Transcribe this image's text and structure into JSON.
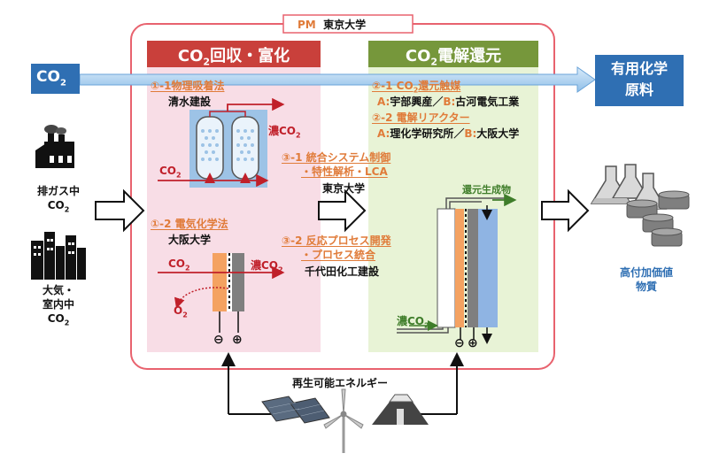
{
  "pm": {
    "label": "PM",
    "org": "東京大学"
  },
  "inputs": {
    "co2_box": "CO",
    "co2_box_sub": "2",
    "exhaust_line1": "排ガス中",
    "exhaust_line2": "CO",
    "exhaust_line2_sub": "2",
    "air_line1": "大気・",
    "air_line2": "室内中",
    "air_line3": "CO",
    "air_line3_sub": "2"
  },
  "left_panel": {
    "header_pre": "CO",
    "header_sub": "2",
    "header_post": "回収・富化",
    "item1_title": "①-1物理吸着法",
    "item1_org": "清水建設",
    "item1_dense_co2": "濃CO",
    "item1_dense_co2_sub": "2",
    "item1_co2": "CO",
    "item1_co2_sub": "2",
    "item2_title": "①-2 電気化学法",
    "item2_org": "大阪大学",
    "item2_co2": "CO",
    "item2_co2_sub": "2",
    "item2_dense_co2": "濃CO",
    "item2_dense_co2_sub": "2",
    "item2_o2": "O",
    "item2_o2_sub": "2",
    "minus": "⊖",
    "plus": "⊕"
  },
  "right_panel": {
    "header_pre": "CO",
    "header_sub": "2",
    "header_post": "電解還元",
    "item1_title_pre": "②-1 CO",
    "item1_title_sub": "2",
    "item1_title_post": "還元触媒",
    "item1_orgs_a": "A:",
    "item1_orgs_a_name": "宇部興産／",
    "item1_orgs_b": "B:",
    "item1_orgs_b_name": "古河電気工業",
    "item2_title": "②-2 電解リアクター",
    "item2_orgs_a": "A:",
    "item2_orgs_a_name": "理化学研究所／",
    "item2_orgs_b": "B:",
    "item2_orgs_b_name": "大阪大学",
    "product": "還元生成物",
    "dense_co2": "濃CO",
    "dense_co2_sub": "2",
    "minus": "⊖",
    "plus": "⊕"
  },
  "middle": {
    "item1_title_line1": "③-1 統合システム制御",
    "item1_title_line2": "・特性解析・LCA",
    "item1_org": "東京大学",
    "item2_title_line1": "③-2 反応プロセス開発",
    "item2_title_line2": "・プロセス統合",
    "item2_org": "千代田化工建設"
  },
  "output": {
    "box_line1": "有用化学",
    "box_line2": "原料",
    "label_line1": "高付加価値",
    "label_line2": "物質"
  },
  "energy": {
    "label": "再生可能エネルギー"
  },
  "colors": {
    "left_bg": "#f8dde6",
    "left_header": "#c9403b",
    "right_bg": "#e8f3d6",
    "right_header": "#76973b",
    "co2_box": "#2f6fb3",
    "output_box": "#2f6fb3",
    "accent_orange": "#e07b39",
    "outer_border": "#e8626e"
  }
}
